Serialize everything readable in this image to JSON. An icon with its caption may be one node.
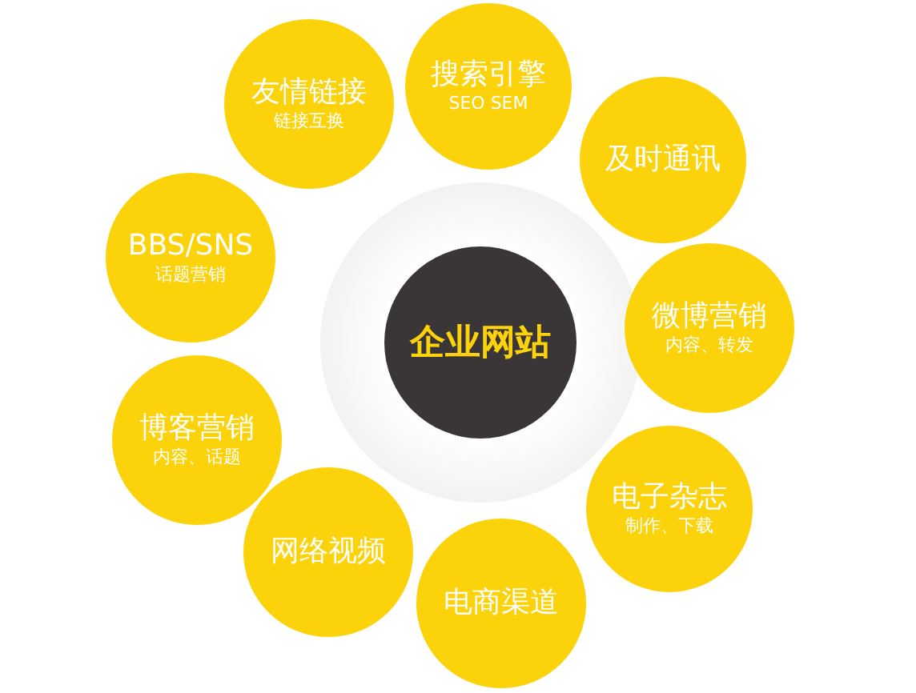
{
  "diagram": {
    "nodes": [
      {
        "text": [],
        "shape": "circle"
      },
      {
        "text": [
          "企业网站"
        ],
        "in": 0
      },
      {
        "text": [
          "友情链接",
          "链接互换"
        ]
      },
      {
        "text": [
          "搜索引擎",
          "SEO SEM"
        ]
      },
      {
        "text": [
          "及时通讯"
        ]
      },
      {
        "text": [
          "BBS/SNS",
          "话题营销"
        ]
      },
      {
        "text": [
          "微博营销",
          "内容、转发"
        ]
      },
      {
        "text": [
          "博客营销",
          "内容、话题"
        ]
      },
      {
        "text": [
          "电子杂志",
          "制作、下载"
        ]
      },
      {
        "text": [
          "网络视频"
        ]
      },
      {
        "text": [
          "电商渠道"
        ]
      }
    ]
  }
}
